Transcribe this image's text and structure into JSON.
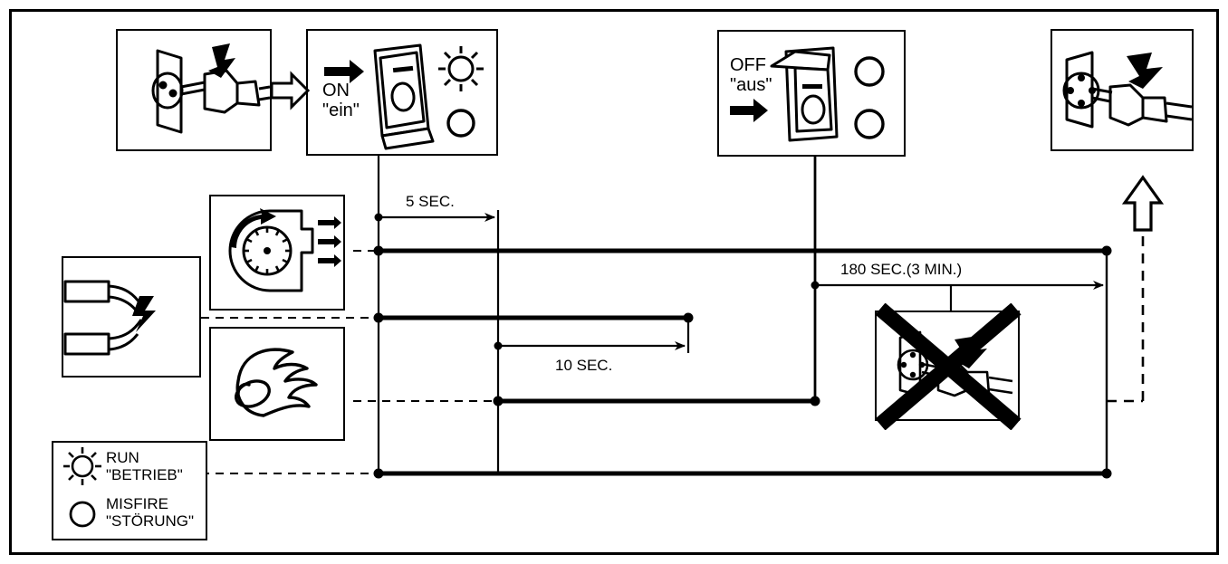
{
  "diagram": {
    "title": "Burner control sequence timing diagram",
    "line_color": "#000000",
    "background": "#ffffff"
  },
  "panels": {
    "plug_in": {
      "name": "plug-insert-panel",
      "description": "Plug being inserted into wall socket"
    },
    "switch_on": {
      "name": "switch-on-panel",
      "label_line1": "ON",
      "label_line2": "\"ein\"",
      "lamp_run": "sun-lamp-lit",
      "lamp_misfire": "circle-lamp-unlit"
    },
    "switch_off": {
      "name": "switch-off-panel",
      "label_line1": "OFF",
      "label_line2": "\"aus\"",
      "lamp_run": "circle-lamp-unlit",
      "lamp_misfire": "circle-lamp-unlit"
    },
    "plug_out": {
      "name": "plug-remove-panel",
      "description": "Plug being withdrawn from wall socket"
    },
    "blower": {
      "name": "blower-fan-panel",
      "description": "Centrifugal blower with airflow arrows"
    },
    "ignition": {
      "name": "ignition-electrodes-panel",
      "description": "Two ignition electrodes with spark"
    },
    "flame": {
      "name": "flame-panel",
      "description": "Burner flame"
    },
    "no_unplug": {
      "name": "do-not-unplug-panel",
      "description": "Crossed out plug removal - prohibited"
    }
  },
  "timings": {
    "five_sec": "5 SEC.",
    "ten_sec": "10 SEC.",
    "one_eighty_sec": "180 SEC.(3 MIN.)"
  },
  "legend": {
    "name": "indicator-legend",
    "items": [
      {
        "icon": "sun-icon",
        "line1": "RUN",
        "line2": "\"BETRIEB\""
      },
      {
        "icon": "circle-icon",
        "line1": "MISFIRE",
        "line2": "\"STÖRUNG\""
      }
    ]
  },
  "chart_data": {
    "type": "timeline",
    "title": "Burner control sequence timing diagram",
    "xlabel": "",
    "ylabel": "",
    "grid": false,
    "legend_position": "bottom-left",
    "events": [
      {
        "name": "Power plug inserted",
        "t": 0,
        "marker": "plug-in"
      },
      {
        "name": "Switch ON (\"ein\")",
        "t": 0,
        "marker": "switch-on"
      },
      {
        "name": "Switch OFF (\"aus\")",
        "t": 185,
        "marker": "switch-off"
      },
      {
        "name": "Power plug removed",
        "t": 365,
        "marker": "plug-out"
      }
    ],
    "intervals": [
      {
        "label": "5 SEC.",
        "value": 5,
        "unit": "sec",
        "from": "switch-on",
        "to": "ignition-start"
      },
      {
        "label": "10 SEC.",
        "value": 10,
        "unit": "sec",
        "from": "ignition-start",
        "to": "ignition-end"
      },
      {
        "label": "180 SEC.(3 MIN.)",
        "value": 180,
        "unit": "sec",
        "from": "switch-off",
        "to": "post-purge-end"
      }
    ],
    "series": [
      {
        "name": "Blower",
        "active_from": "switch-on",
        "active_to": "post-purge-end",
        "style": "solid-bold"
      },
      {
        "name": "Ignition spark",
        "active_from": "switch-on",
        "active_to": "ignition-end",
        "style": "solid-bold"
      },
      {
        "name": "Flame",
        "active_from": "ignition-start",
        "active_to": "switch-off",
        "style": "solid-bold"
      },
      {
        "name": "RUN lamp \"BETRIEB\"",
        "active_from": "switch-on",
        "active_to": "post-purge-end",
        "style": "solid-bold"
      }
    ]
  }
}
